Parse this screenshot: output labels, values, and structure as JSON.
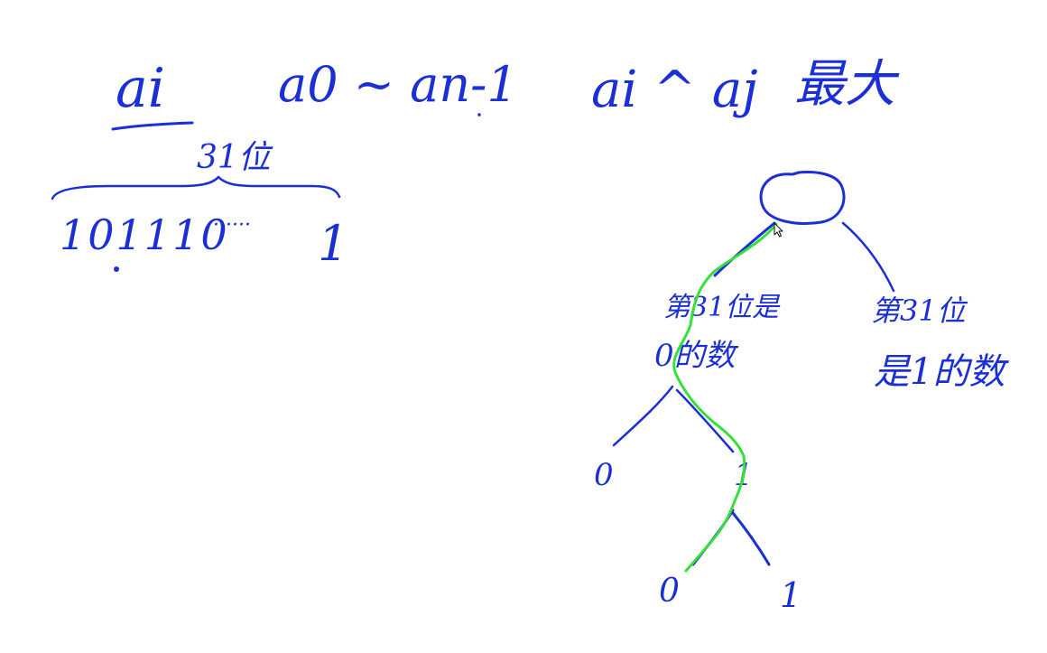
{
  "colors": {
    "ink": "#1a2fd6",
    "highlight": "#35e03a",
    "background": "#ffffff"
  },
  "header": {
    "var_ai": "ai",
    "range": "a0 ~ an-1",
    "goal_expr": "ai ^ aj",
    "goal_word": "最大"
  },
  "binary": {
    "bit_count": "31位",
    "digits": "101110",
    "ellipsis": "······",
    "last_digit": "1"
  },
  "trie": {
    "left_label_line1": "第31位是",
    "left_label_line2": "0的数",
    "right_label_line1": "第31位",
    "right_label_line2": "是1的数",
    "level2_left": "0",
    "level2_right": "1",
    "level3_left": "0",
    "level3_right": "1"
  },
  "icons": {
    "cursor": "pointer-cursor-icon"
  }
}
